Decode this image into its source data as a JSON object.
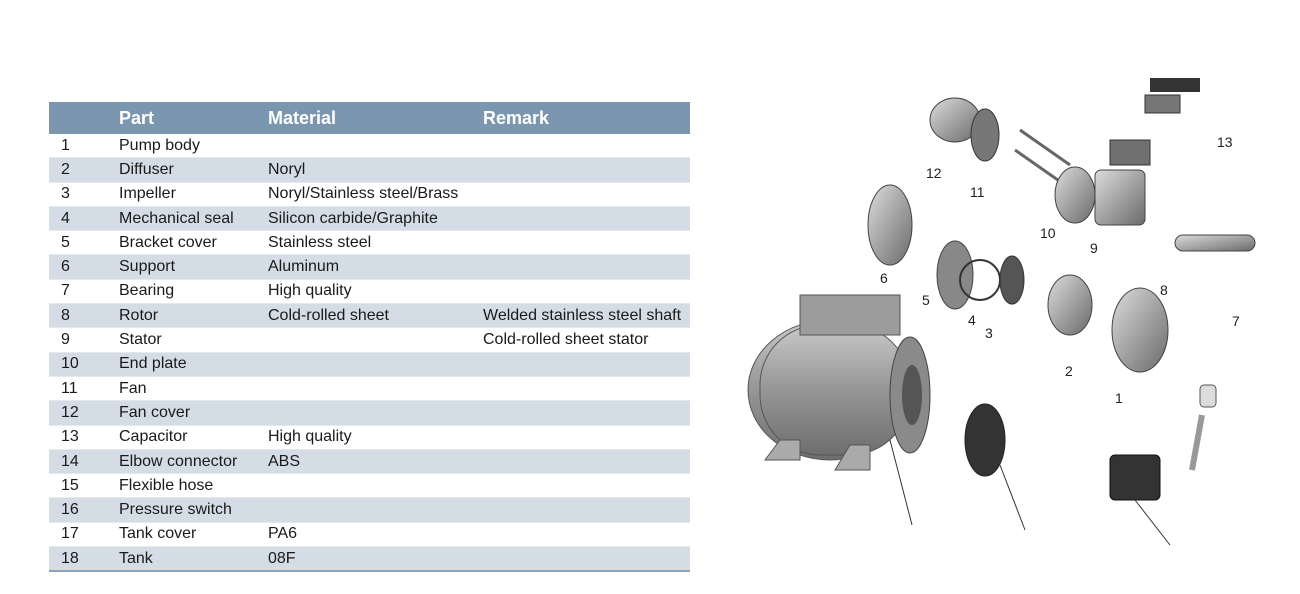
{
  "table": {
    "headers": [
      "",
      "Part",
      "Material",
      "Remark"
    ],
    "rows": [
      {
        "no": "1",
        "part": "Pump body",
        "material": "",
        "remark": ""
      },
      {
        "no": "2",
        "part": "Diffuser",
        "material": "Noryl",
        "remark": ""
      },
      {
        "no": "3",
        "part": "Impeller",
        "material": "Noryl/Stainless steel/Brass",
        "remark": ""
      },
      {
        "no": "4",
        "part": "Mechanical seal",
        "material": "Silicon carbide/Graphite",
        "remark": ""
      },
      {
        "no": "5",
        "part": "Bracket cover",
        "material": "Stainless steel",
        "remark": ""
      },
      {
        "no": "6",
        "part": "Support",
        "material": "Aluminum",
        "remark": ""
      },
      {
        "no": "7",
        "part": "Bearing",
        "material": "High quality",
        "remark": ""
      },
      {
        "no": "8",
        "part": "Rotor",
        "material": "Cold-rolled sheet",
        "remark": "Welded stainless steel shaft"
      },
      {
        "no": "9",
        "part": "Stator",
        "material": "",
        "remark": "Cold-rolled sheet stator"
      },
      {
        "no": "10",
        "part": "End plate",
        "material": "",
        "remark": ""
      },
      {
        "no": "11",
        "part": "Fan",
        "material": "",
        "remark": ""
      },
      {
        "no": "12",
        "part": "Fan cover",
        "material": "",
        "remark": ""
      },
      {
        "no": "13",
        "part": "Capacitor",
        "material": "High quality",
        "remark": ""
      },
      {
        "no": "14",
        "part": "Elbow connector",
        "material": "ABS",
        "remark": ""
      },
      {
        "no": "15",
        "part": "Flexible hose",
        "material": "",
        "remark": ""
      },
      {
        "no": "16",
        "part": "Pressure switch",
        "material": "",
        "remark": ""
      },
      {
        "no": "17",
        "part": "Tank cover",
        "material": "PA6",
        "remark": ""
      },
      {
        "no": "18",
        "part": "Tank",
        "material": "08F",
        "remark": ""
      }
    ]
  },
  "diagram": {
    "callouts": [
      "1",
      "2",
      "3",
      "4",
      "5",
      "6",
      "7",
      "8",
      "9",
      "10",
      "11",
      "12",
      "13"
    ]
  },
  "colors": {
    "header_bg": "#7b97b0",
    "row_shade": "#d4dde6"
  }
}
